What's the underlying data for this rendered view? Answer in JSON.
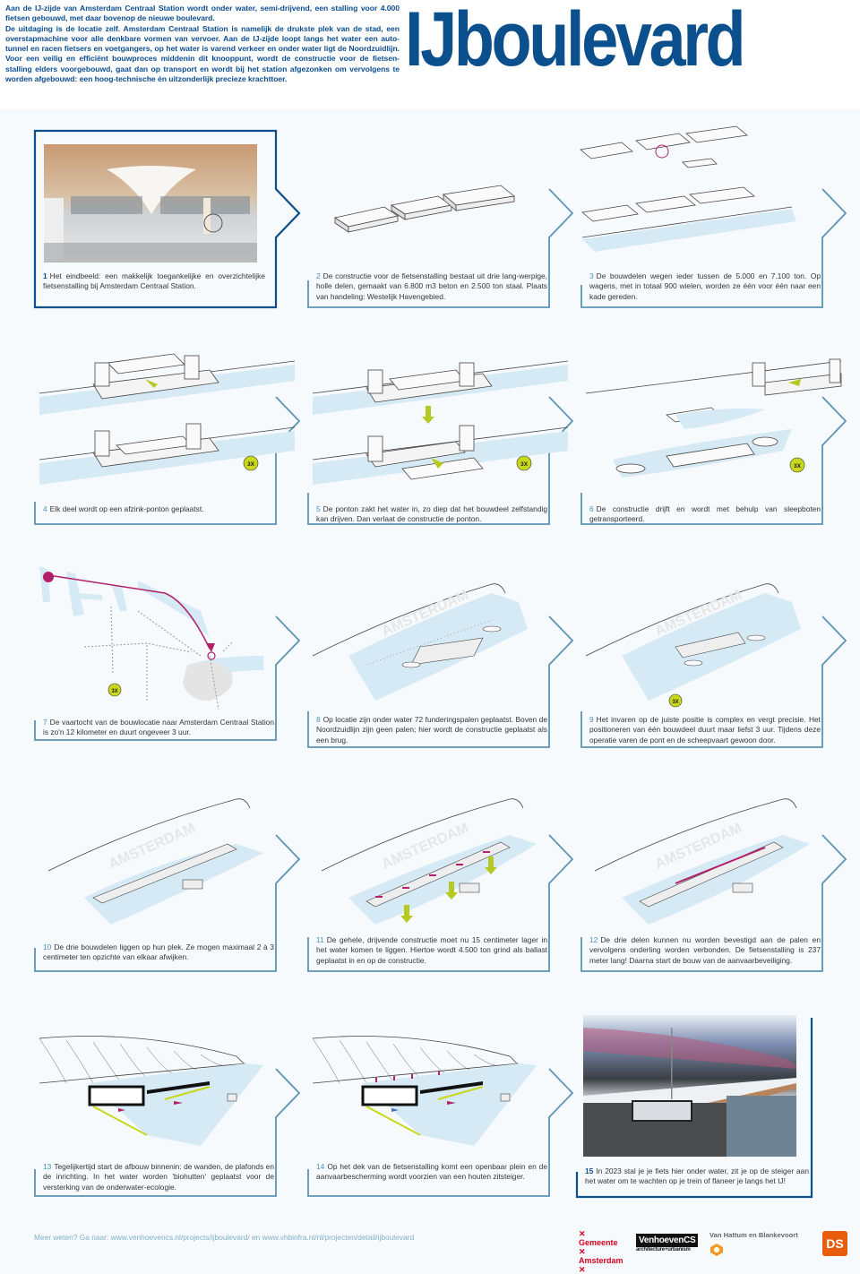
{
  "header": {
    "title": "IJboulevard",
    "intro_paragraphs": [
      "Aan de IJ-zijde van Amsterdam Centraal Station wordt onder water, semi-drijvend, een stalling voor 4.000 fietsen gebouwd, met daar bovenop de nieuwe boulevard.",
      "De uitdaging is de locatie zelf. Amsterdam Centraal Station is namelijk de drukste plek van de stad, een overstapmachine voor alle denkbare vormen van vervoer. Aan de IJ-zijde loopt langs het water een auto-tunnel en racen fietsers en voetgangers, op het water is varend verkeer en onder water ligt de Noordzuidlijn. Voor een veilig en efficiënt bouwproces middenin dit knooppunt, wordt de constructie voor de fietsen-stalling elders voorgebouwd, gaat dan op transport en wordt bij het station afgezonken om vervolgens te worden afgebouwd: een hoog-technische én uitzonderlijk precieze krachttoer."
    ]
  },
  "colors": {
    "title_blue": "#0b4f8c",
    "frame_blue_dark": "#0b4f8c",
    "frame_blue_light": "#5b95b3",
    "water": "#d6eaf6",
    "arrow_green": "#b5c922",
    "route_magenta": "#b3206a",
    "badge_yellow": "#c8d81a"
  },
  "steps": [
    {
      "num": "1",
      "text": "Het eindbeeld: een makkelijk toegankelijke en overzichtelijke fietsenstalling bij Amsterdam Centraal Station."
    },
    {
      "num": "2",
      "text": "De constructie voor de fietsenstalling bestaat uit drie lang-werpige, holle delen, gemaakt van 6.800 m3 beton en 2.500 ton staal. Plaats van handeling: Westelijk Havengebied."
    },
    {
      "num": "3",
      "text": "De bouwdelen wegen ieder tussen de 5.000 en 7.100 ton. Op wagens, met in totaal 900 wielen, worden ze één voor één naar een kade gereden."
    },
    {
      "num": "4",
      "text": "Elk deel wordt op een afzink-ponton geplaatst."
    },
    {
      "num": "5",
      "text": "De ponton zakt het water in, zo diep dat het bouwdeel zelfstandig kan drijven. Dan verlaat de constructie de ponton."
    },
    {
      "num": "6",
      "text": "De constructie drijft en wordt met behulp van sleepboten getransporteerd."
    },
    {
      "num": "7",
      "text": "De vaartocht van de bouwlocatie naar Amsterdam Centraal Station is zo'n 12 kilometer en duurt ongeveer 3 uur."
    },
    {
      "num": "8",
      "text": "Op locatie zijn onder water 72 funderingspalen geplaatst. Boven de Noordzuidlijn zijn geen palen; hier wordt de constructie geplaatst als een brug."
    },
    {
      "num": "9",
      "text": "Het invaren op de juiste positie is complex en vergt precisie. Het positioneren van één bouwdeel duurt maar liefst 3 uur. Tijdens deze operatie varen de pont en de scheepvaart gewoon door."
    },
    {
      "num": "10",
      "text": "De drie bouwdelen liggen op hun plek. Ze mogen maximaal 2 à 3 centimeter ten opzichte van elkaar afwijken."
    },
    {
      "num": "11",
      "text": "De gehele, drijvende constructie moet nu 15 centimeter lager in het water komen te liggen. Hiertoe wordt 4.500 ton grind als ballast geplaatst in en op de constructie."
    },
    {
      "num": "12",
      "text": "De drie delen kunnen nu worden bevestigd aan de palen en vervolgens onderling worden verbonden. De fietsenstalling is 237 meter lang! Daarna start de bouw van de aanvaarbeveiliging."
    },
    {
      "num": "13",
      "text": "Tegelijkertijd start de afbouw binnenin: de wanden, de plafonds en de inrichting. In het water worden 'biohutten' geplaatst voor de versterking van de onderwater-ecologie."
    },
    {
      "num": "14",
      "text": "Op het dek van de fietsenstalling komt een openbaar plein en de aanvaarbescherming wordt voorzien van een houten zitsteiger."
    },
    {
      "num": "15",
      "text": "In 2023 stal je je fiets hier onder water, zit je op de steiger aan het water om te wachten op je trein of flaneer je langs het IJ!"
    }
  ],
  "badges": {
    "repeat": "3X"
  },
  "diagram_labels": {
    "station_name": "AMSTERDAM"
  },
  "footer": {
    "more_info": "Meer weten? Ga naar: www.venhoevencs.nl/projects/ijboulevard/  en  www.vhbinfra.nl/nl/projecten/detail/ijboulevard",
    "logos": {
      "gemeente_line1": "Gemeente",
      "gemeente_line2": "Amsterdam",
      "venhoeven": "VenhoevenCS",
      "venhoeven_sub": "architecture+urbanism",
      "vhb": "Van Hattum en Blankevoort",
      "ds": "DS"
    }
  }
}
